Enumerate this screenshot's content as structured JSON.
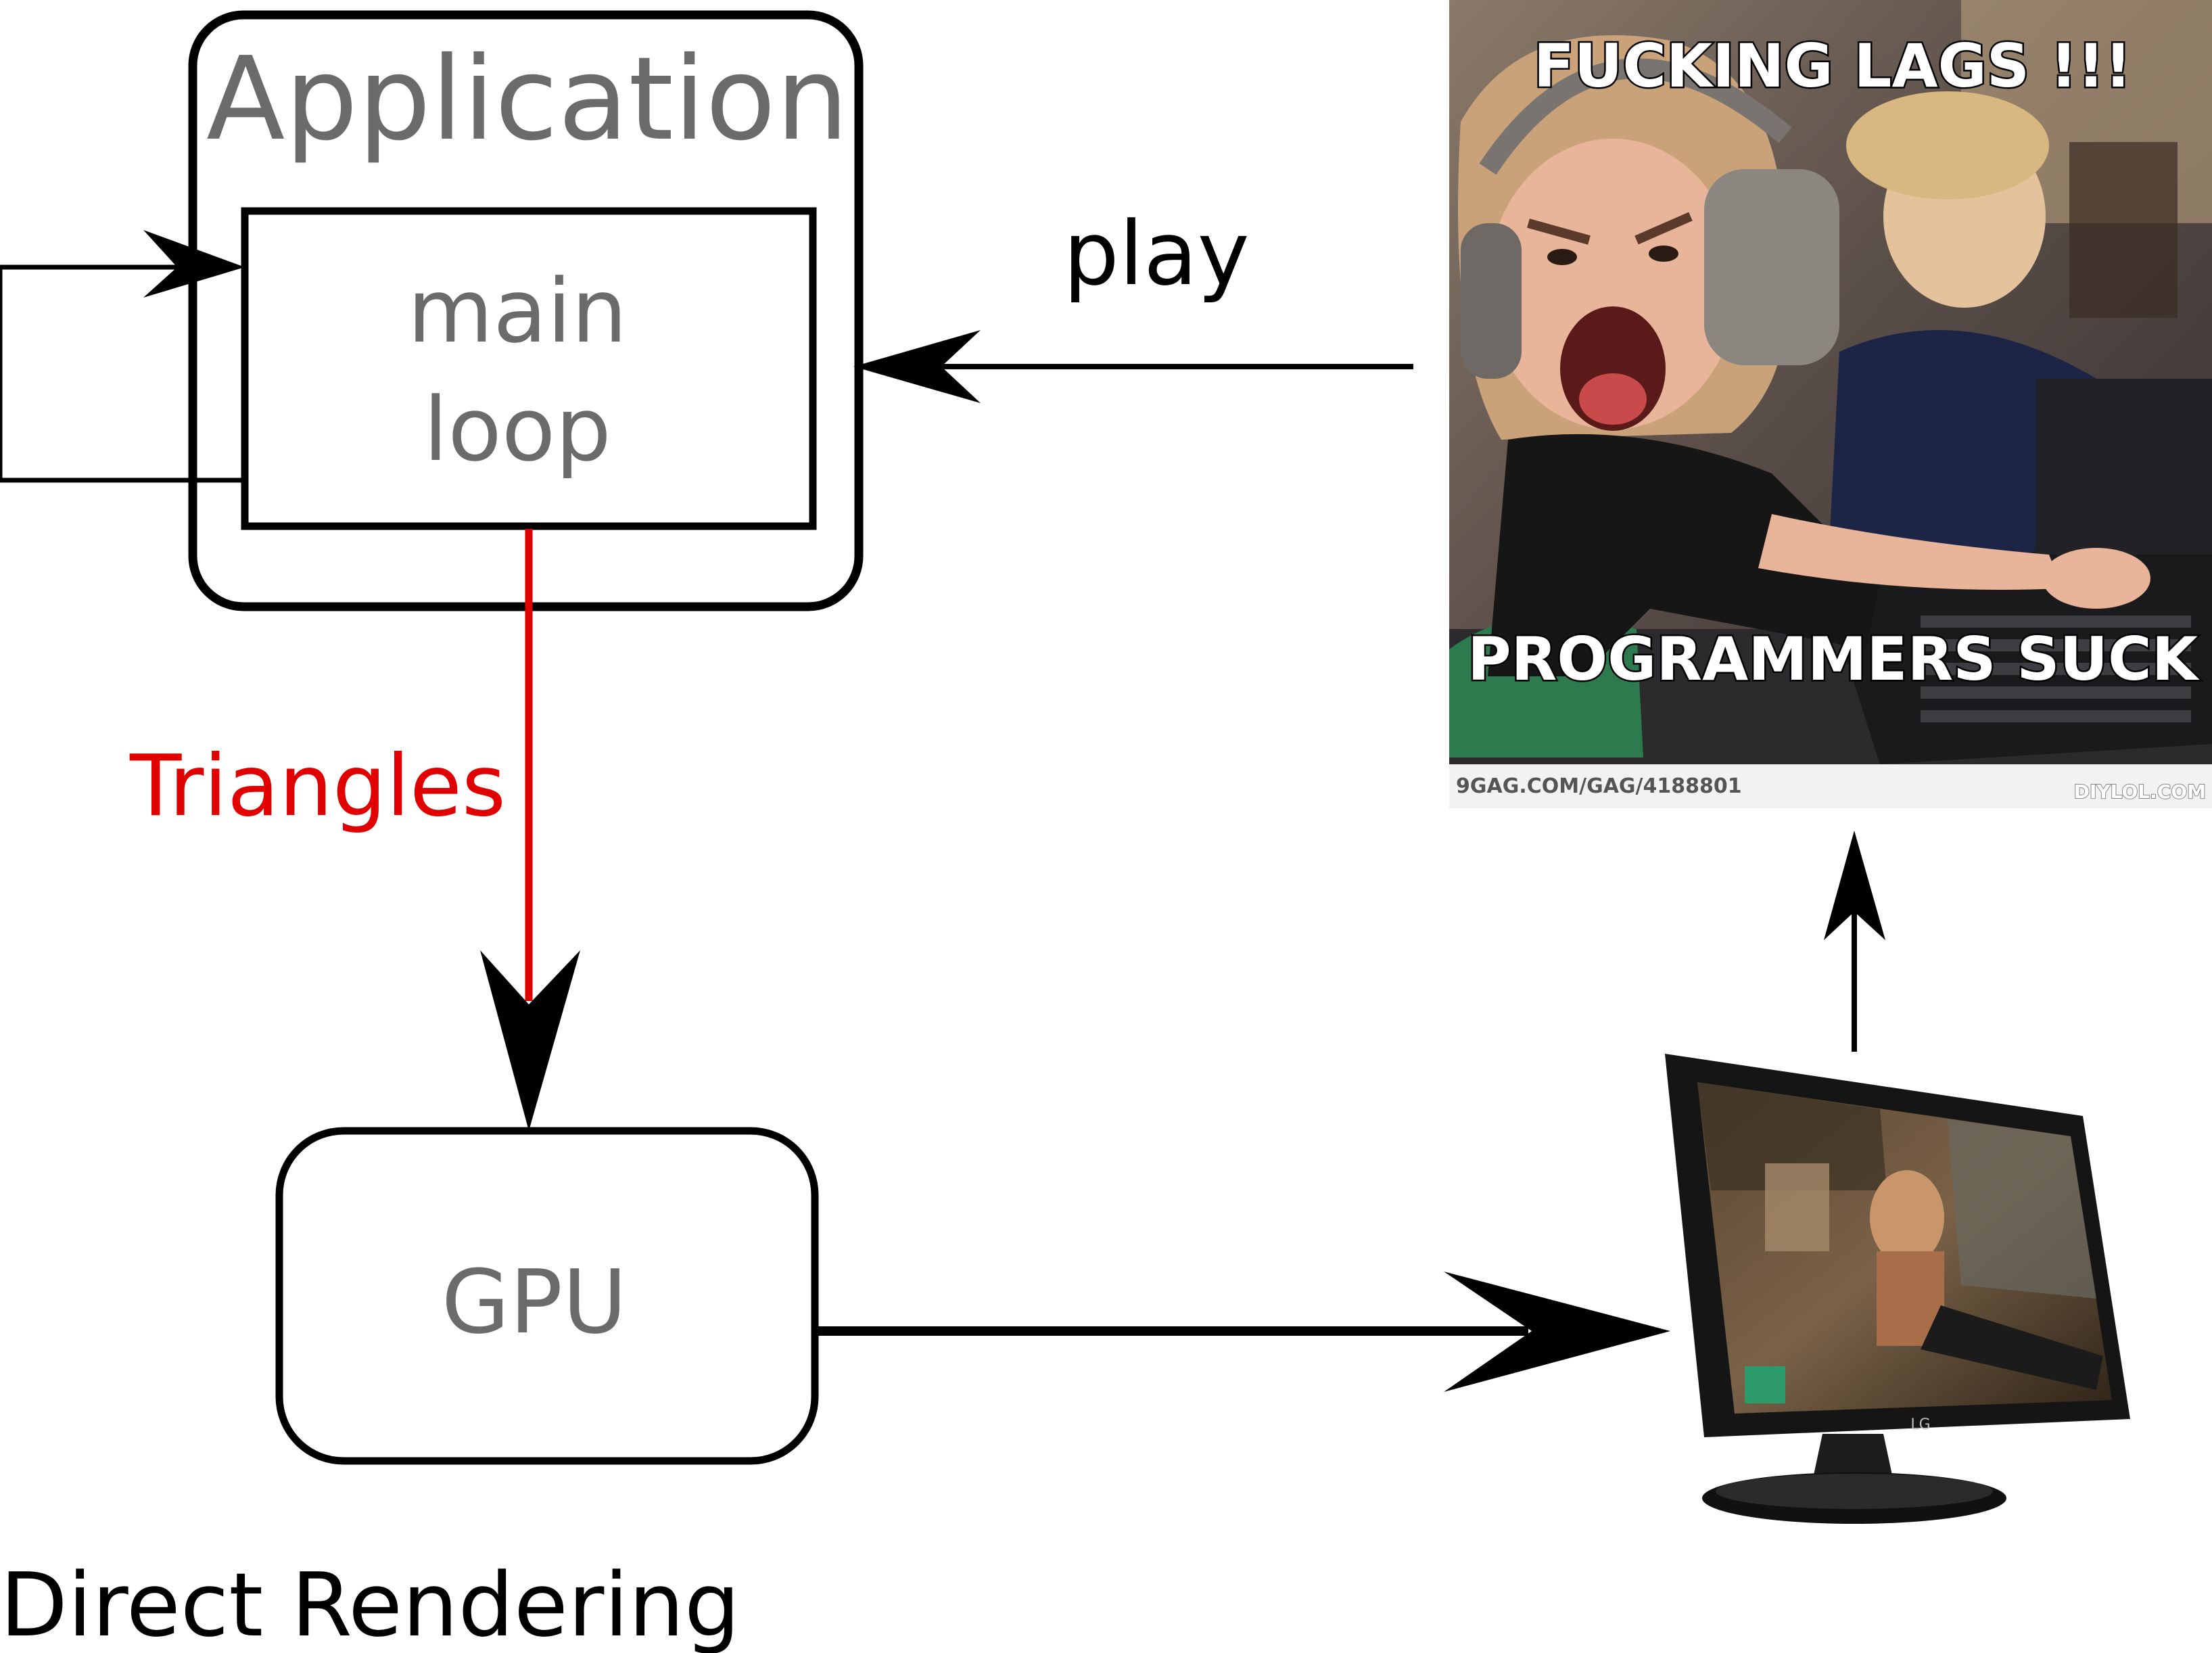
{
  "diagram": {
    "application_label": "Application",
    "main_loop_line1": "main",
    "main_loop_line2": "loop",
    "triangles_label": "Triangles",
    "gpu_label": "GPU",
    "play_label": "play",
    "caption": "Direct Rendering"
  },
  "meme": {
    "top_text": "FUCKING LAGS !!!",
    "bottom_text": "PROGRAMMERS SUCK",
    "footer_left": "9GAG.COM/GAG/4188801",
    "footer_right": "DIYLOL.COM"
  },
  "monitor": {
    "brand": "LG"
  },
  "colors": {
    "triangles_arrow": "#e00000",
    "box_text": "#6b6b6b",
    "stroke": "#000000"
  }
}
